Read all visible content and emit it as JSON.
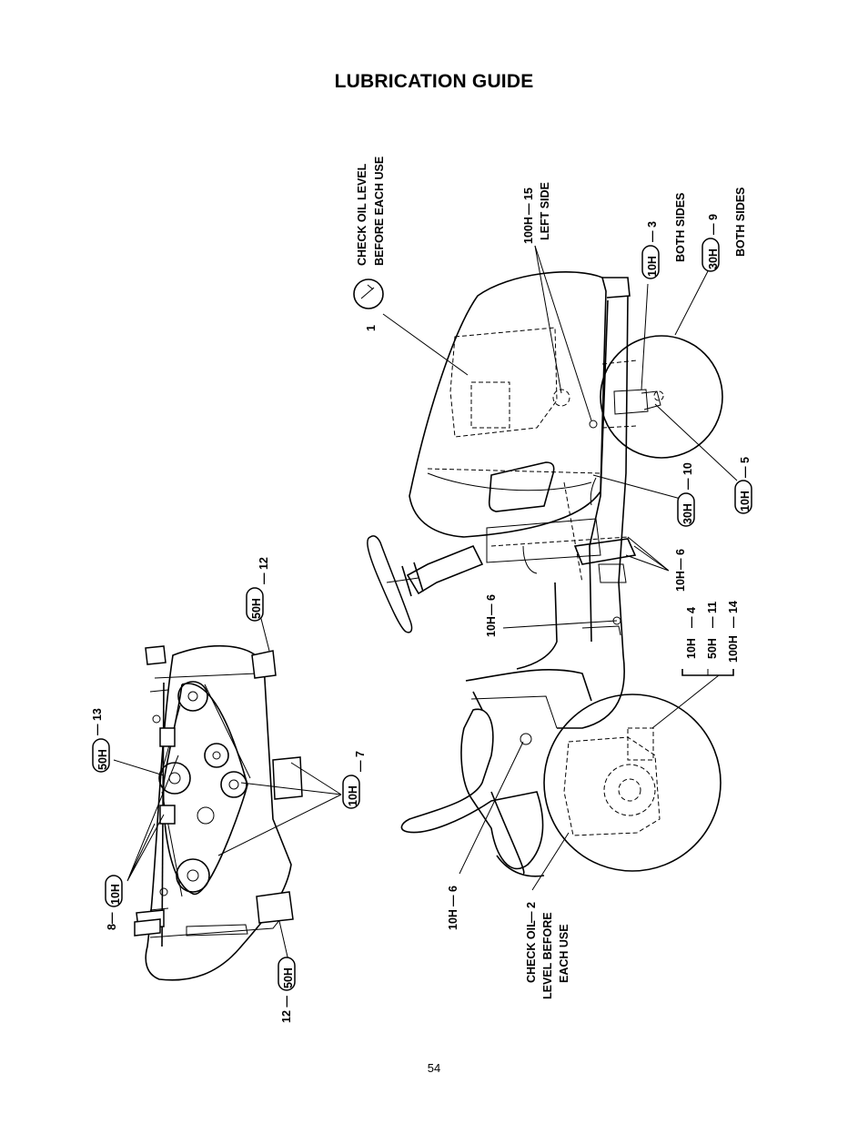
{
  "title": "LUBRICATION GUIDE",
  "page_number": "54",
  "icon_text": {
    "h10": "10H",
    "h30": "30H",
    "h50": "50H",
    "h100": "100H"
  },
  "callouts": {
    "c1": "1",
    "c1_text_a": "CHECK OIL LEVEL",
    "c1_text_b": "BEFORE EACH USE",
    "c15": "— 15",
    "c15_side": "LEFT SIDE",
    "c3": "— 3",
    "c3_side": "BOTH SIDES",
    "c9": "— 9",
    "c9_side": "BOTH SIDES",
    "c5": "— 5",
    "c10": "— 10",
    "c6_upper": "— 6",
    "c6_mid": "— 6",
    "c4": "— 4",
    "c11": "— 11",
    "c14": "— 14",
    "c6_lower": "— 6",
    "c2": "— 2",
    "c2_text_a": "CHECK OIL",
    "c2_text_b": "LEVEL BEFORE",
    "c2_text_c": "EACH USE",
    "c12_top": "— 12",
    "c13": "— 13",
    "c7": "— 7",
    "c8": "8—",
    "c12_bottom": "12 —"
  }
}
